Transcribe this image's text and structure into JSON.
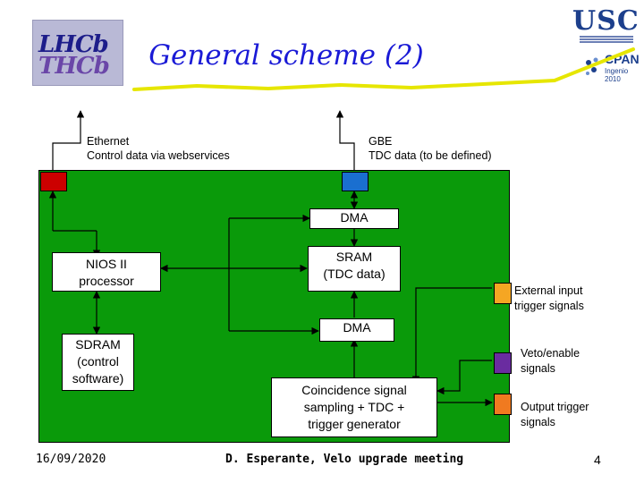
{
  "slide": {
    "title": "General scheme (2)",
    "logos": {
      "lhcb_1": "LHCb",
      "lhcb_2": "THCb",
      "usc": "USC",
      "cpan": "CPAN",
      "cpan_sub": "Ingenio 2010"
    }
  },
  "top_labels": {
    "ethernet": "Ethernet",
    "ethernet_sub": "Control data via webservices",
    "gbe": "GBE",
    "gbe_sub": "TDC data (to be defined)"
  },
  "blocks": {
    "dma_top": "DMA",
    "sram_1": "SRAM",
    "sram_2": "(TDC data)",
    "nios_1": "NIOS II",
    "nios_2": "processor",
    "dma_bottom": "DMA",
    "sdram_1": "SDRAM",
    "sdram_2": "(control",
    "sdram_3": "software)",
    "coinc_1": "Coincidence signal",
    "coinc_2": "sampling + TDC +",
    "coinc_3": "trigger generator"
  },
  "side_labels": {
    "ext_1": "External input",
    "ext_2": "trigger signals",
    "veto_1": "Veto/enable",
    "veto_2": "signals",
    "out_1": "Output trigger",
    "out_2": "signals"
  },
  "colors": {
    "board": "#0a9a0a",
    "ethernet_port": "#cc0000",
    "gbe_port": "#1a6fd0",
    "ext_port": "#f5a623",
    "veto_port": "#6a2ca0",
    "out_port": "#f07a20"
  },
  "footer": {
    "date": "16/09/2020",
    "center": "D. Esperante, Velo upgrade meeting",
    "page": "4"
  }
}
